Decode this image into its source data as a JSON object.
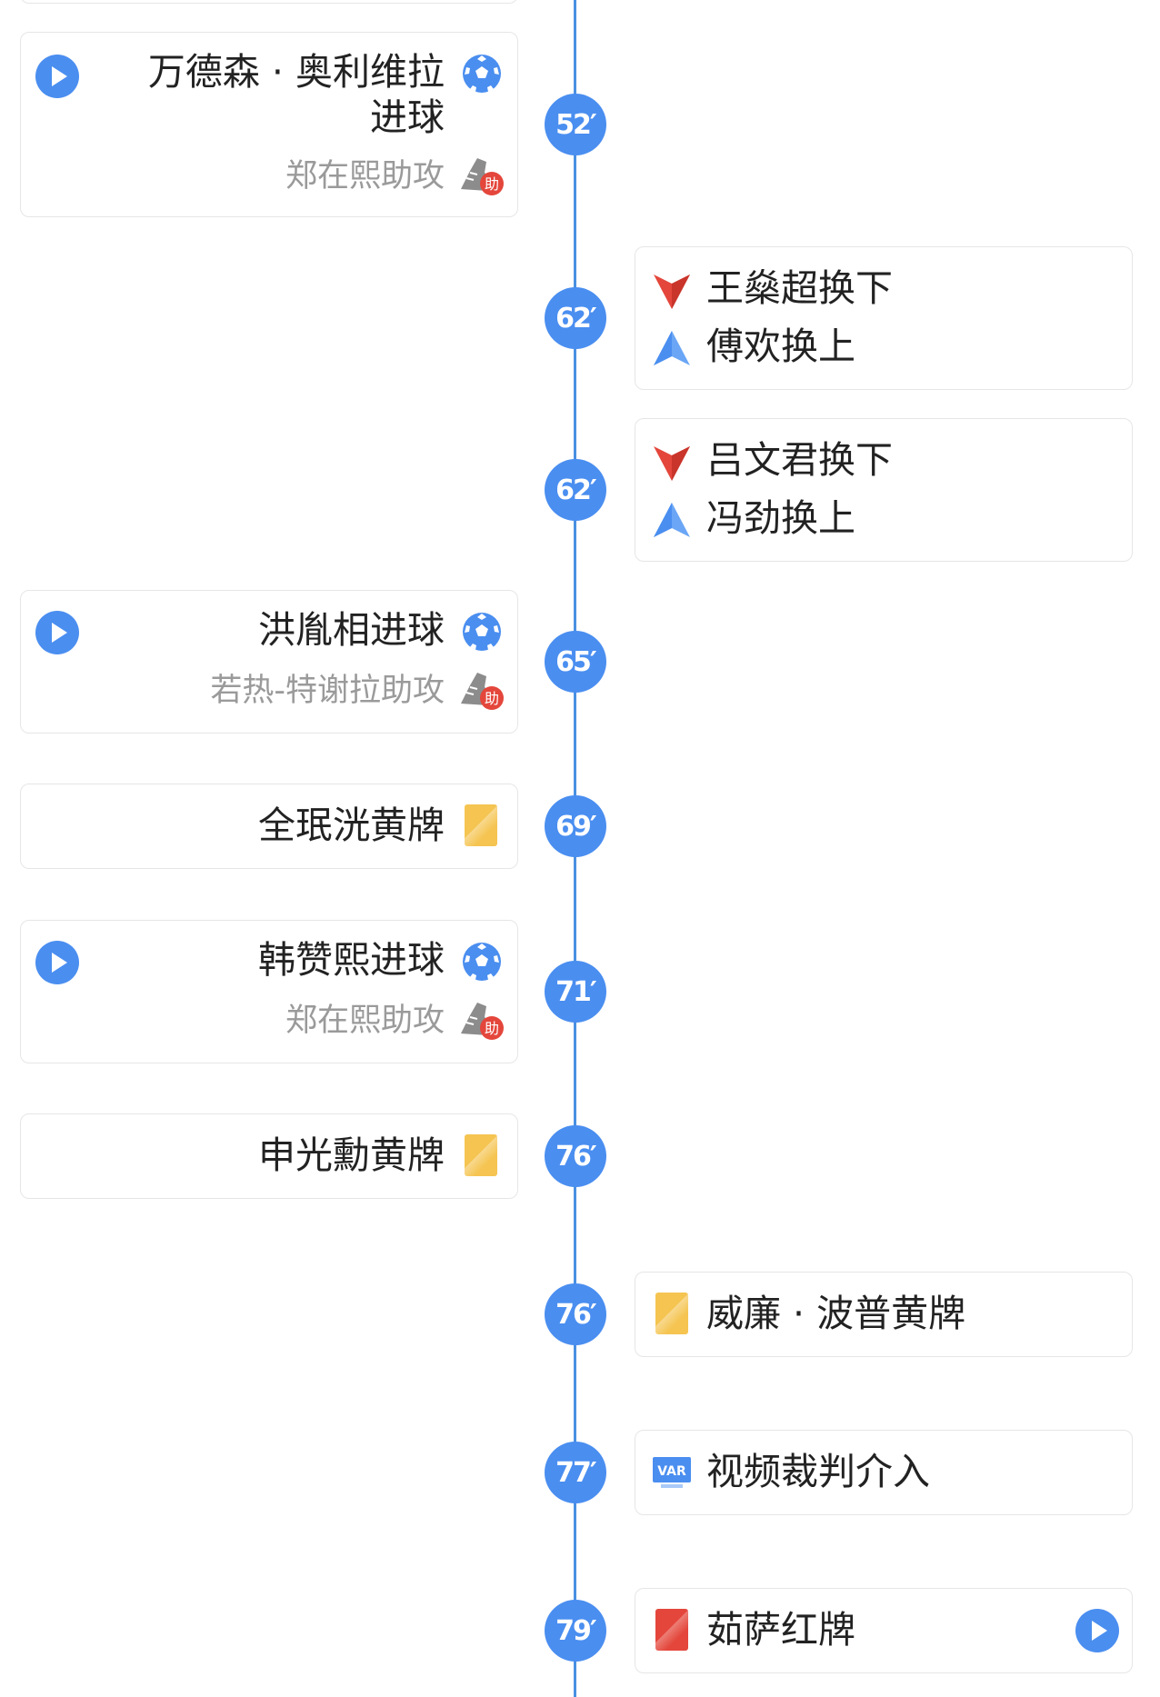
{
  "colors": {
    "accent": "#4a8ef0",
    "line": "#4a90e2",
    "yellow_card": "#f5c451",
    "red_card": "#e4463b",
    "sub_out": "#e4463b",
    "sub_in": "#4a8ef0"
  },
  "events": [
    {
      "minute": "52′",
      "side": "left",
      "type": "goal",
      "player": "万德森 · 奥利维拉",
      "player_line2": "进球",
      "assist": "郑在熙助攻",
      "has_video": true,
      "icons": [
        "play-icon",
        "soccer-ball-icon",
        "assist-boot-icon"
      ],
      "assist_badge": "助"
    },
    {
      "minute": "62′",
      "side": "right",
      "type": "substitution",
      "out": "王燊超换下",
      "in": "傅欢换上",
      "icons": [
        "sub-out-arrow-icon",
        "sub-in-arrow-icon"
      ]
    },
    {
      "minute": "62′",
      "side": "right",
      "type": "substitution",
      "out": "吕文君换下",
      "in": "冯劲换上",
      "icons": [
        "sub-out-arrow-icon",
        "sub-in-arrow-icon"
      ]
    },
    {
      "minute": "65′",
      "side": "left",
      "type": "goal",
      "player": "洪胤相进球",
      "assist": "若热-特谢拉助攻",
      "has_video": true,
      "assist_badge": "助"
    },
    {
      "minute": "69′",
      "side": "left",
      "type": "yellow_card",
      "player": "全珉洸黄牌",
      "icons": [
        "yellow-card-icon"
      ]
    },
    {
      "minute": "71′",
      "side": "left",
      "type": "goal",
      "player": "韩赞熙进球",
      "assist": "郑在熙助攻",
      "has_video": true,
      "assist_badge": "助"
    },
    {
      "minute": "76′",
      "side": "left",
      "type": "yellow_card",
      "player": "申光勳黄牌",
      "icons": [
        "yellow-card-icon"
      ]
    },
    {
      "minute": "76′",
      "side": "right",
      "type": "yellow_card",
      "player": "威廉 · 波普黄牌",
      "icons": [
        "yellow-card-icon"
      ]
    },
    {
      "minute": "77′",
      "side": "right",
      "type": "var",
      "text": "视频裁判介入",
      "var_label": "VAR",
      "icons": [
        "var-icon"
      ]
    },
    {
      "minute": "79′",
      "side": "right",
      "type": "red_card",
      "player": "茹萨红牌",
      "has_video": true,
      "icons": [
        "red-card-icon",
        "play-icon"
      ]
    }
  ]
}
